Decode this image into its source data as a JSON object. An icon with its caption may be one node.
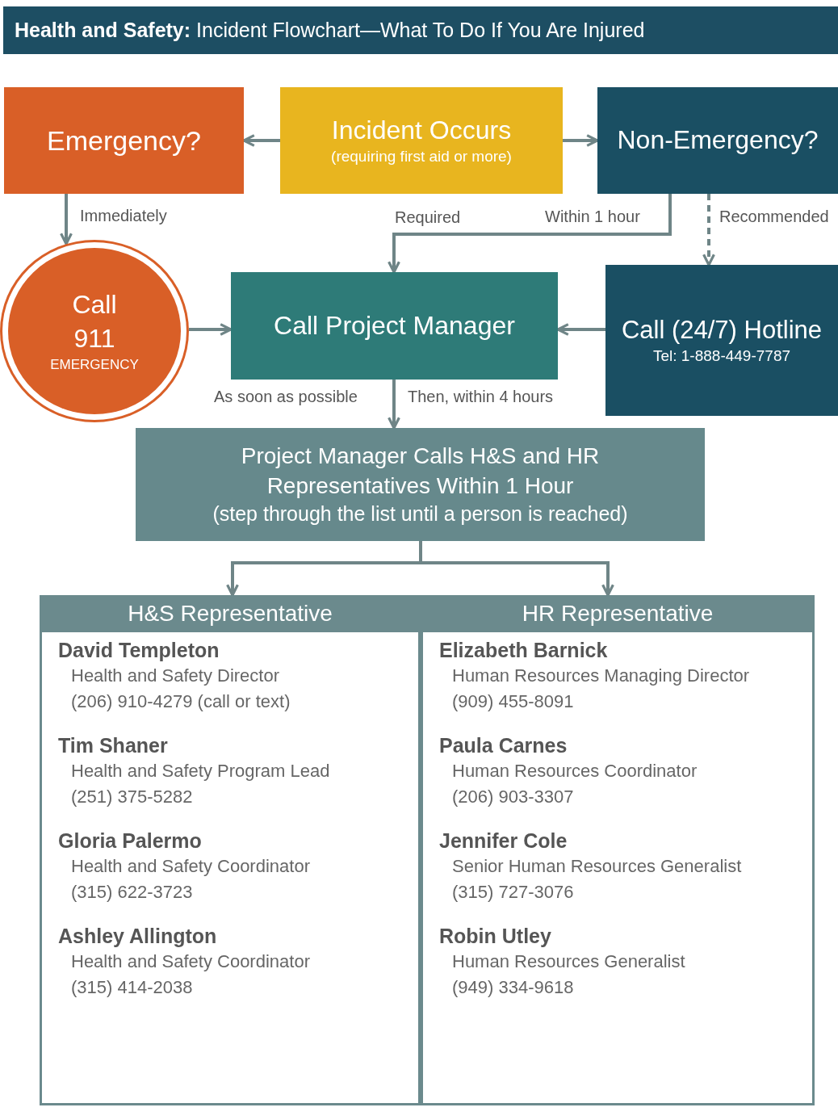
{
  "diagram": {
    "title": "**Health and Safety:** Incident Flowchart—What To Do If You Are Injured",
    "nodes": [
      {
        "text": [
          "Emergency?"
        ]
      },
      {
        "text": [
          "Incident Occurs",
          "(requiring first aid or more)"
        ]
      },
      {
        "text": [
          "Non-Emergency?"
        ]
      },
      {
        "text": [
          "Call 911",
          "EMERGENCY"
        ]
      },
      {
        "text": [
          "Call Project Manager"
        ]
      },
      {
        "text": [
          "Call (24/7) Hotline",
          "Tel: 1-888-449-7787"
        ]
      },
      {
        "text": [
          "Project Manager Calls H&S and HR Representatives Within 1 Hour",
          "(step through the list until a person is reached)"
        ]
      },
      {
        "text": [
          "H&S Representative",
          "David Templeton",
          "Health and Safety Director",
          "(206) 910-4279 (call or text)",
          "Tim Shaner",
          "Health and Safety Program Lead",
          "(251) 375-5282",
          "Gloria Palermo",
          "Health and Safety Coordinator",
          "(315) 622-3723",
          "Ashley Allington",
          "Health and Safety Coordinator",
          "(315) 414-2038"
        ]
      },
      {
        "text": [
          "HR Representative",
          "Elizabeth Barnick",
          "Human Resources Managing Director",
          "(909) 455-8091",
          "Paula Carnes",
          "Human Resources Coordinator",
          "(206) 903-3307",
          "Jennifer Cole",
          "Senior Human Resources Generalist",
          "(315) 727-3076",
          "Robin Utley",
          "Human Resources Generalist",
          "(949) 334-9618"
        ]
      }
    ],
    "edges": [
      {
        "from": 1,
        "to": 0,
        "arrow": "to"
      },
      {
        "from": 1,
        "to": 2,
        "arrow": "to"
      },
      {
        "from": 0,
        "to": 3,
        "arrow": "to",
        "label": "Immediately"
      },
      {
        "from": 2,
        "to": 4,
        "arrow": "to",
        "label": "Within 1 hour"
      },
      {
        "from": 2,
        "to": 5,
        "arrow": "to",
        "label": "Recommended",
        "style": "dashed"
      },
      {
        "from": 3,
        "to": 4,
        "arrow": "to"
      },
      {
        "from": 5,
        "to": 4,
        "arrow": "to"
      },
      {
        "from": 4,
        "to": 6,
        "arrow": "to",
        "label": "Then, within 4 hours"
      },
      {
        "from": 6,
        "to": 7,
        "arrow": "to"
      },
      {
        "from": 6,
        "to": 8,
        "arrow": "to"
      }
    ],
    "labels": [
      "Required",
      "As soon as possible"
    ]
  }
}
